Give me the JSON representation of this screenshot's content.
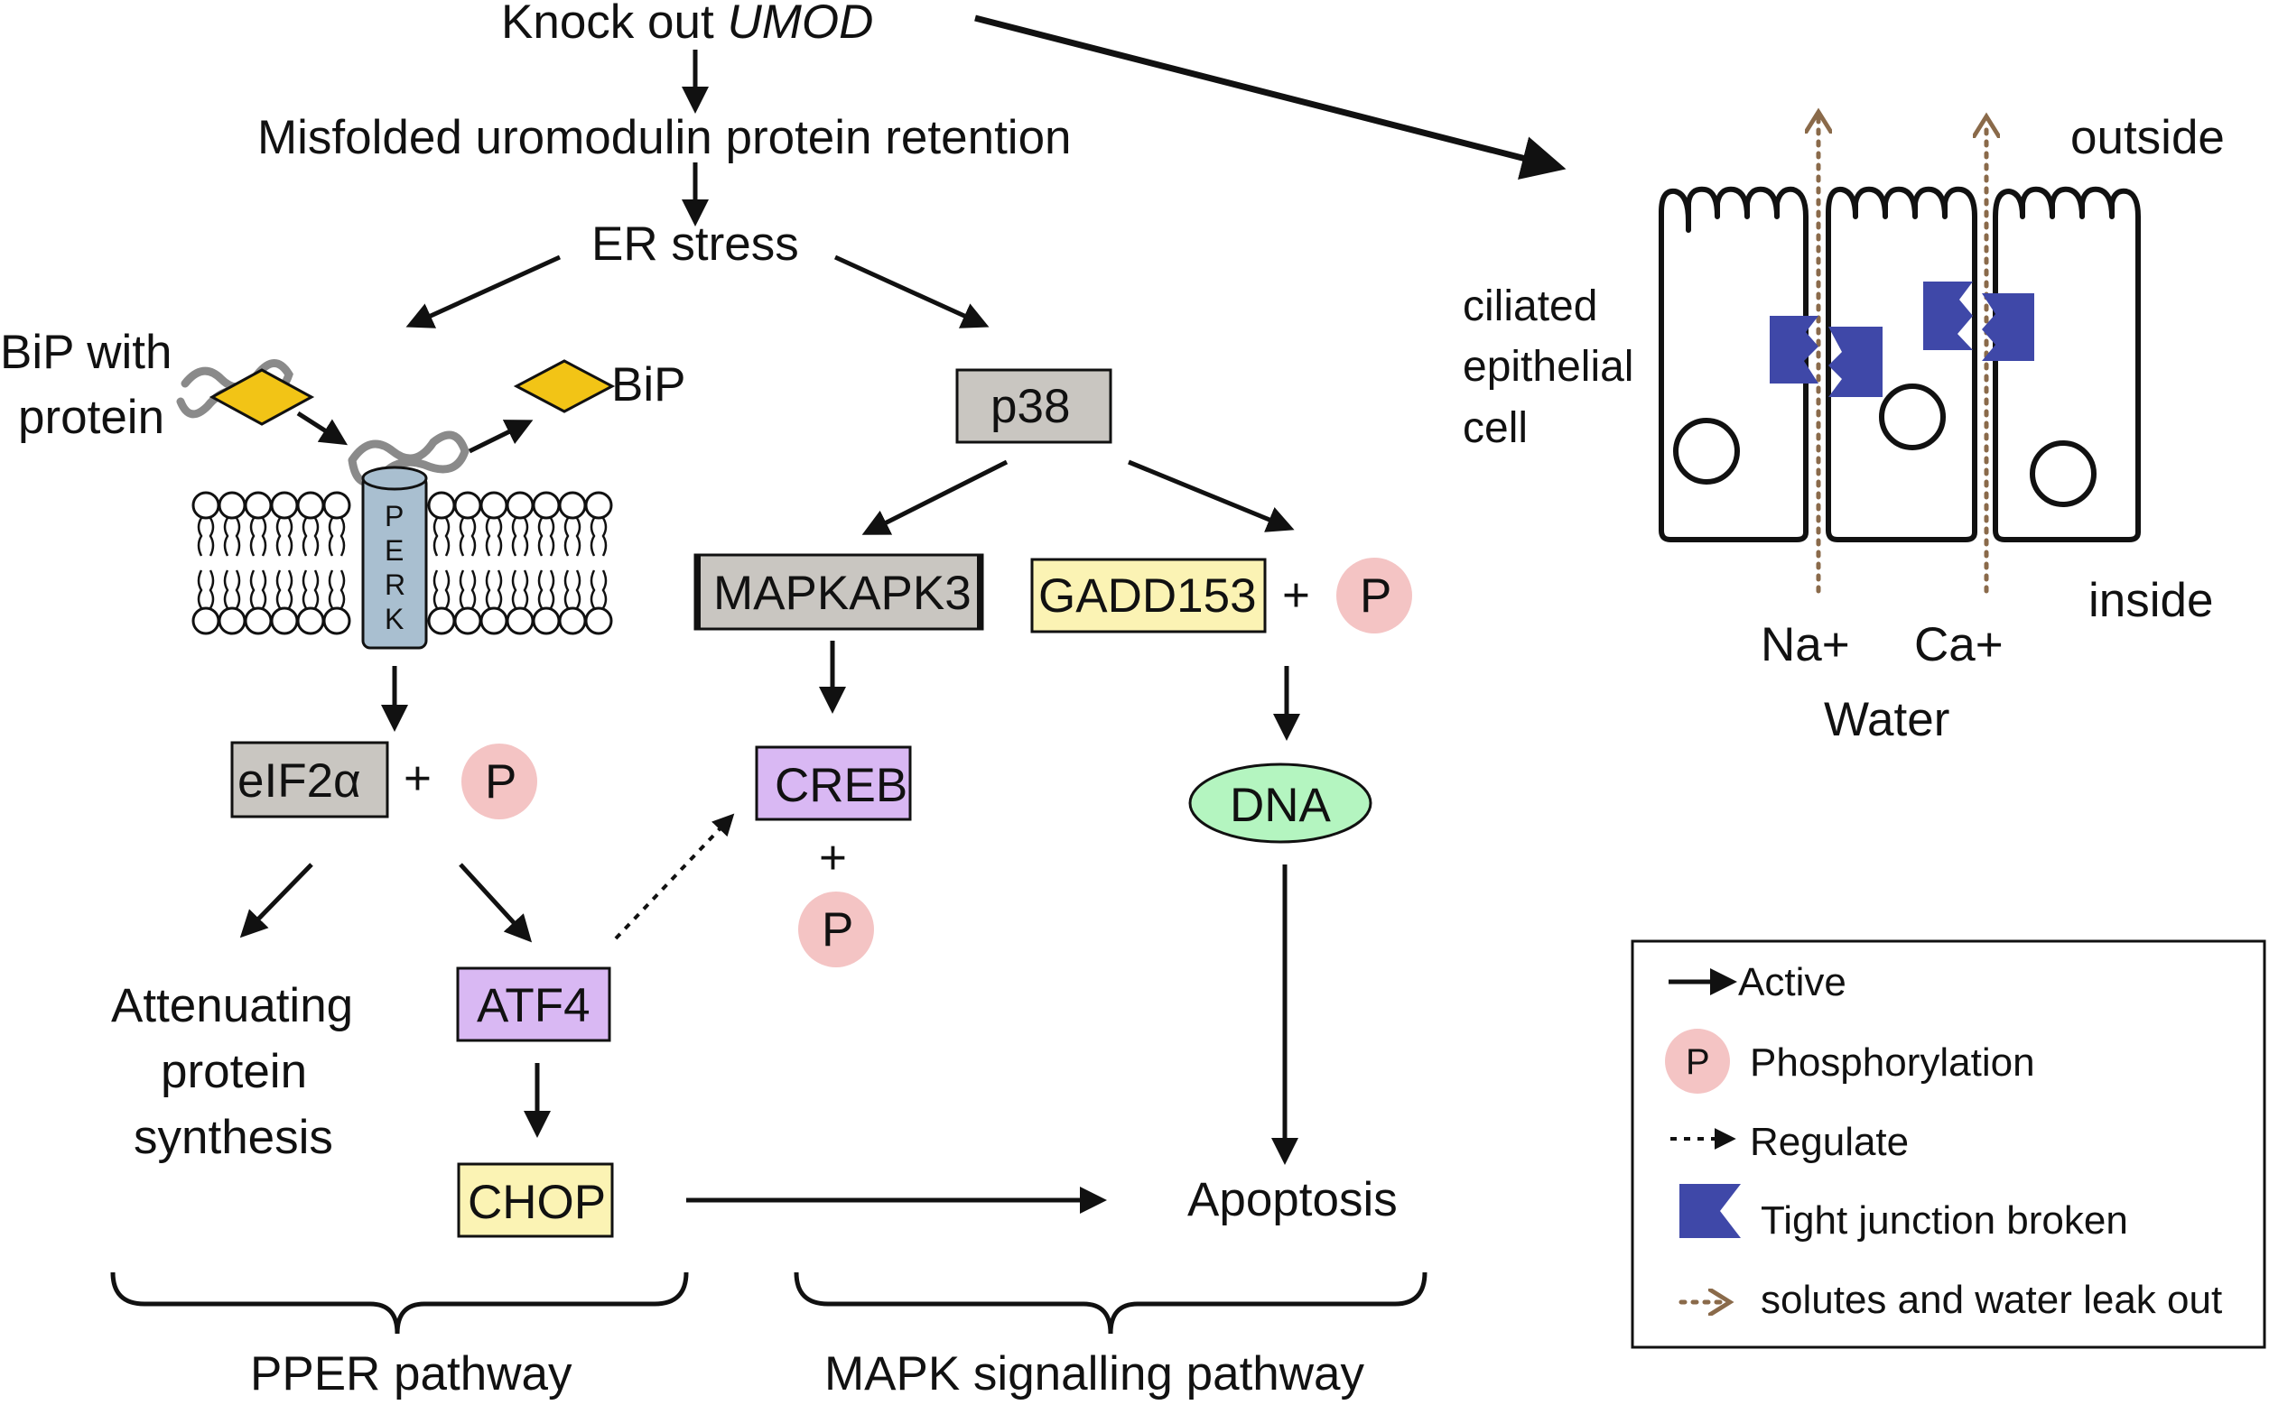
{
  "nodes": {
    "knockout_prefix": "Knock out ",
    "knockout_gene": "UMOD",
    "misfolded": "Misfolded uromodulin protein retention",
    "er_stress": "ER stress",
    "bip_with_1": "BiP with",
    "bip_with_2": "protein",
    "bip": "BiP",
    "perk": [
      "P",
      "E",
      "R",
      "K"
    ],
    "p38": "p38",
    "mapkapk3": "MAPKAPK3",
    "gadd153": "GADD153",
    "eif2a": "eIF2α",
    "creb": "CREB",
    "dna": "DNA",
    "atf4": "ATF4",
    "chop": "CHOP",
    "apoptosis": "Apoptosis",
    "attenuating_1": "Attenuating",
    "attenuating_2": "protein",
    "attenuating_3": "synthesis",
    "plus": "+",
    "p": "P"
  },
  "pathways": {
    "pper": "PPER pathway",
    "mapk": "MAPK signalling pathway"
  },
  "cell_panel": {
    "outside": "outside",
    "inside": "inside",
    "ciliated_1": "ciliated",
    "ciliated_2": "epithelial",
    "ciliated_3": "cell",
    "na": "Na+",
    "ca": "Ca+",
    "water": "Water"
  },
  "legend": {
    "active": "Active",
    "phosphorylation": "Phosphorylation",
    "regulate": "Regulate",
    "tight_junction": "Tight junction broken",
    "leak": "solutes and water leak out"
  },
  "colors": {
    "gray_box": "#c9c6c1",
    "yellow_box": "#fbf3b4",
    "purple_box": "#d9b8f3",
    "dna_green": "#b4f5c0",
    "phospho_pink": "#f4c4c4",
    "bip_yellow": "#f2c416",
    "perk_blue": "#a9bfd0",
    "junction_blue": "#3f48a8",
    "leak_brown": "#8a6a4a"
  }
}
